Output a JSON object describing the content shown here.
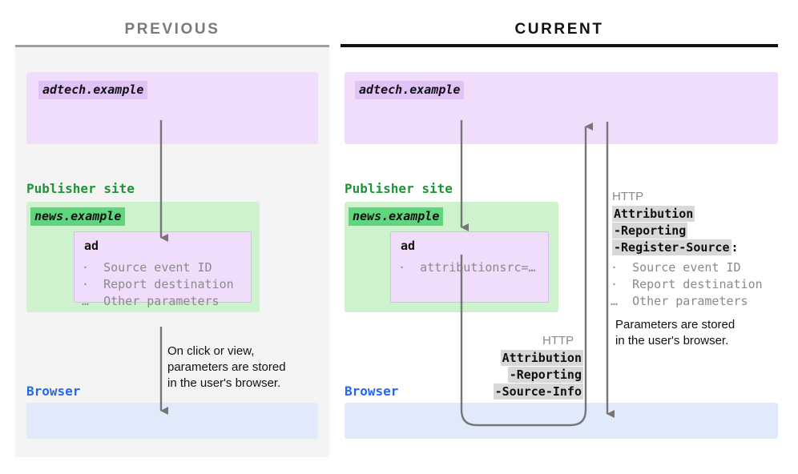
{
  "columns": {
    "previous": {
      "title": "PREVIOUS"
    },
    "current": {
      "title": "CURRENT"
    }
  },
  "previous": {
    "adtech_chip": "adtech.example",
    "publisher_label": "Publisher site",
    "news_chip": "news.example",
    "ad_box": {
      "title": "ad",
      "lines": "·  Source event ID\n·  Report destination\n…  Other parameters"
    },
    "browser_label": "Browser",
    "note": "On click or view,\nparameters are stored\nin the user's browser."
  },
  "current": {
    "adtech_chip": "adtech.example",
    "publisher_label": "Publisher site",
    "news_chip": "news.example",
    "ad_box": {
      "title": "ad",
      "lines": "·  attributionsrc=…"
    },
    "browser_label": "Browser",
    "request_header": {
      "protocol": "HTTP",
      "line1": "Attribution",
      "line2": "-Reporting",
      "line3": "-Source-Info"
    },
    "response_header": {
      "protocol": "HTTP",
      "line1": "Attribution",
      "line2": "-Reporting",
      "line3": "-Register-Source",
      "colon": ":",
      "params": "·  Source event ID\n·  Report destination\n…  Other parameters"
    },
    "note": "Parameters are stored\nin the user's browser."
  },
  "colors": {
    "adtech_bg": "#f0ddfb",
    "adtech_chip_bg": "#e0c3f7",
    "publisher_bg": "#cdf2cd",
    "publisher_chip_bg": "#5fd67d",
    "publisher_text": "#1f9436",
    "browser_bg": "#e1eafb",
    "browser_text": "#2468f0",
    "panel_bg": "#f4f4f4",
    "arrow": "#767676",
    "header_token_bg": "#d8d8d8",
    "muted_text": "#8a8a8a"
  }
}
